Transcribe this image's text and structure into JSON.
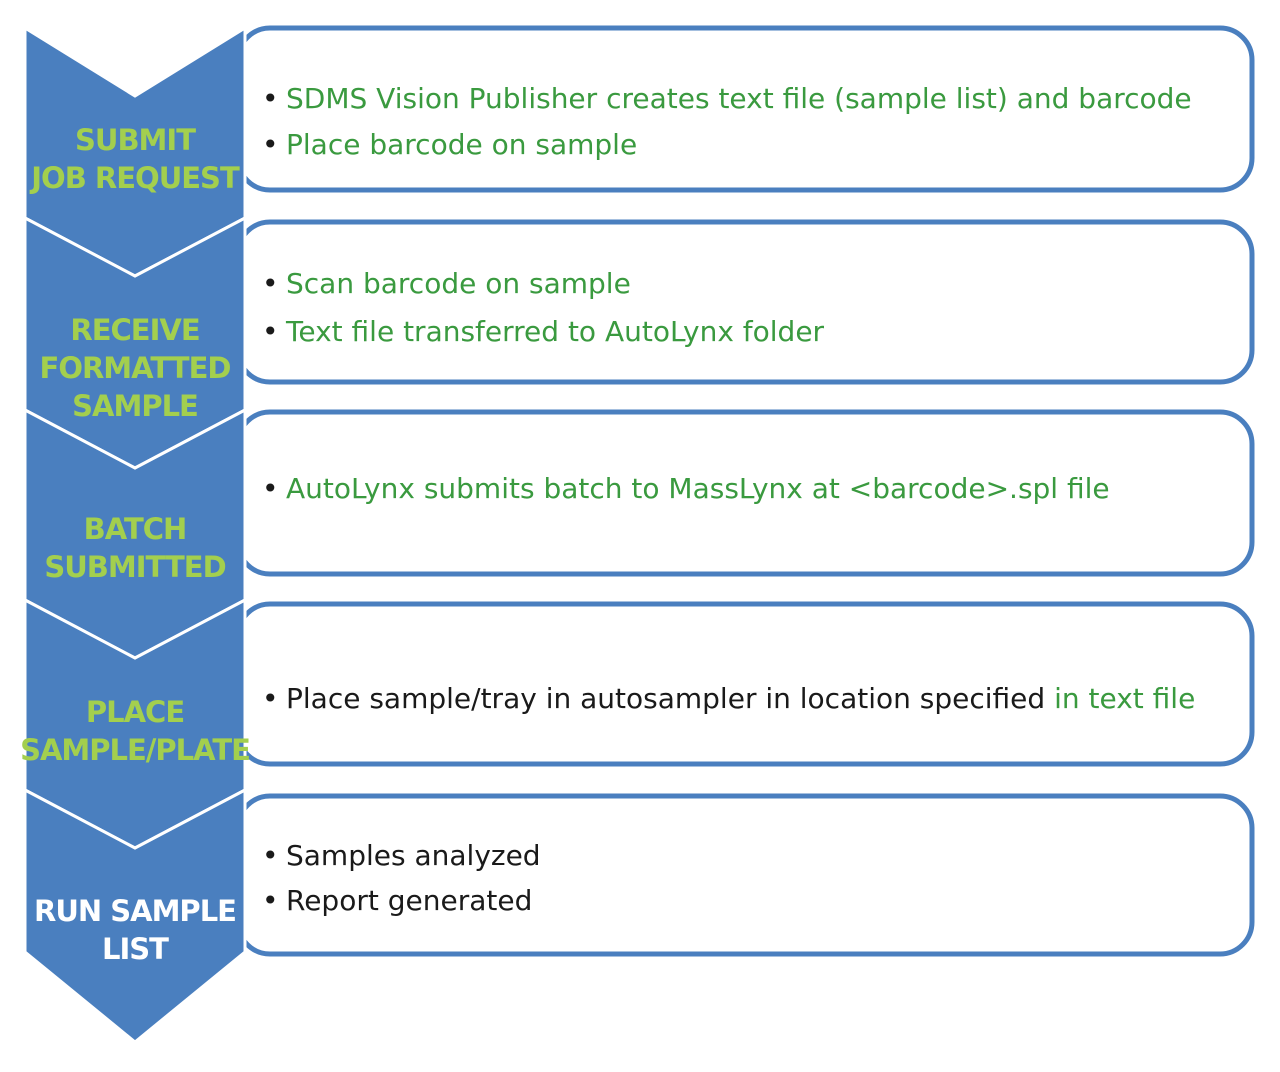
{
  "colors": {
    "chevron_fill": "#4a7fbf",
    "box_border": "#4a7fbf",
    "box_fill": "#ffffff",
    "green_text": "#3a9a3f",
    "dark_text": "#1a1a1a",
    "green_label": "#a3cf4e",
    "white_label": "#ffffff"
  },
  "steps": [
    {
      "label_lines": [
        "SUBMIT",
        "JOB REQUEST"
      ],
      "label_color": "green",
      "bullets": [
        [
          {
            "text": "SDMS Vision Publisher creates text file (sample list) and barcode",
            "color": "green"
          }
        ],
        [
          {
            "text": "Place barcode on sample",
            "color": "green"
          }
        ]
      ]
    },
    {
      "label_lines": [
        "RECEIVE",
        "FORMATTED",
        "SAMPLE"
      ],
      "label_color": "green",
      "bullets": [
        [
          {
            "text": "Scan barcode on sample",
            "color": "green"
          }
        ],
        [
          {
            "text": "Text file transferred to AutoLynx folder",
            "color": "green"
          }
        ]
      ]
    },
    {
      "label_lines": [
        "BATCH",
        "SUBMITTED"
      ],
      "label_color": "green",
      "bullets": [
        [
          {
            "text": "AutoLynx submits batch to MassLynx at <barcode>.spl file",
            "color": "green"
          }
        ]
      ]
    },
    {
      "label_lines": [
        "PLACE",
        "SAMPLE/PLATE"
      ],
      "label_color": "green",
      "bullets": [
        [
          {
            "text": "Place sample/tray in autosampler in location specified ",
            "color": "dark"
          },
          {
            "text": "in text file",
            "color": "green"
          }
        ]
      ]
    },
    {
      "label_lines": [
        "RUN SAMPLE",
        "LIST"
      ],
      "label_color": "white",
      "bullets": [
        [
          {
            "text": "Samples analyzed",
            "color": "dark"
          }
        ],
        [
          {
            "text": "Report generated",
            "color": "dark"
          }
        ]
      ]
    }
  ]
}
